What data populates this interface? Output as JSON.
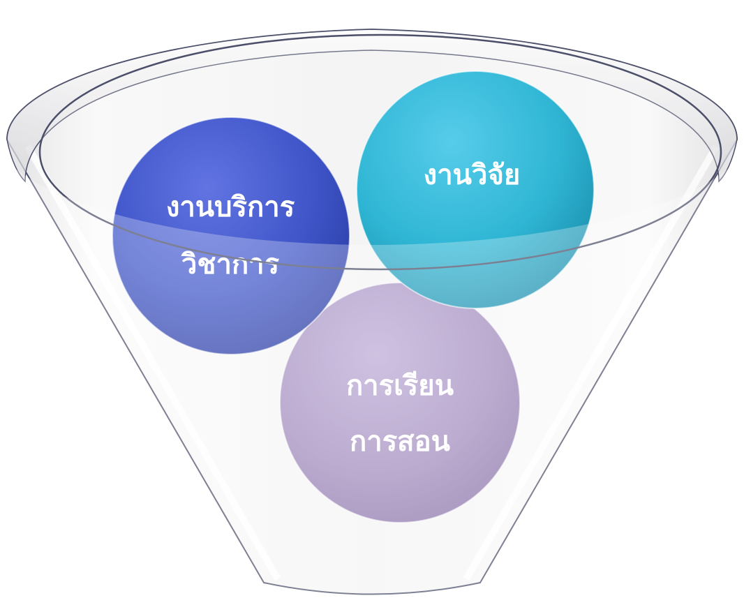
{
  "circles": [
    {
      "id": "academic-service",
      "lines": [
        "งานบริการ",
        "วิชาการ"
      ],
      "color": "#3f55c8"
    },
    {
      "id": "research",
      "lines": [
        "งานวิจัย"
      ],
      "color": "#2fb6d4"
    },
    {
      "id": "teaching",
      "lines": [
        "การเรียน",
        "การสอน"
      ],
      "color": "#a48fc0"
    }
  ]
}
